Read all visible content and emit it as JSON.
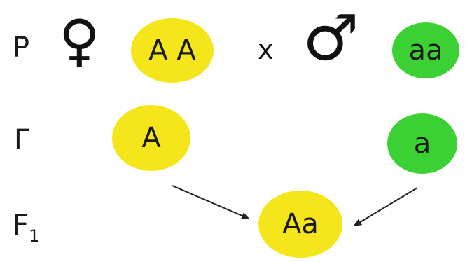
{
  "rows": {
    "p": {
      "label": "P"
    },
    "gametes": {
      "label": "Γ"
    },
    "f1": {
      "label": "F",
      "subscript": "1"
    }
  },
  "parents": {
    "female_symbol": "♀",
    "female_genotype": "A A",
    "cross_symbol": "x",
    "male_symbol": "♂",
    "male_genotype": "aa"
  },
  "gametes": {
    "female": "A",
    "male": "a"
  },
  "offspring": {
    "genotype": "Aa"
  },
  "colors": {
    "dominant": "#f5e61c",
    "recessive": "#3bd134",
    "arrow": "#222222"
  }
}
